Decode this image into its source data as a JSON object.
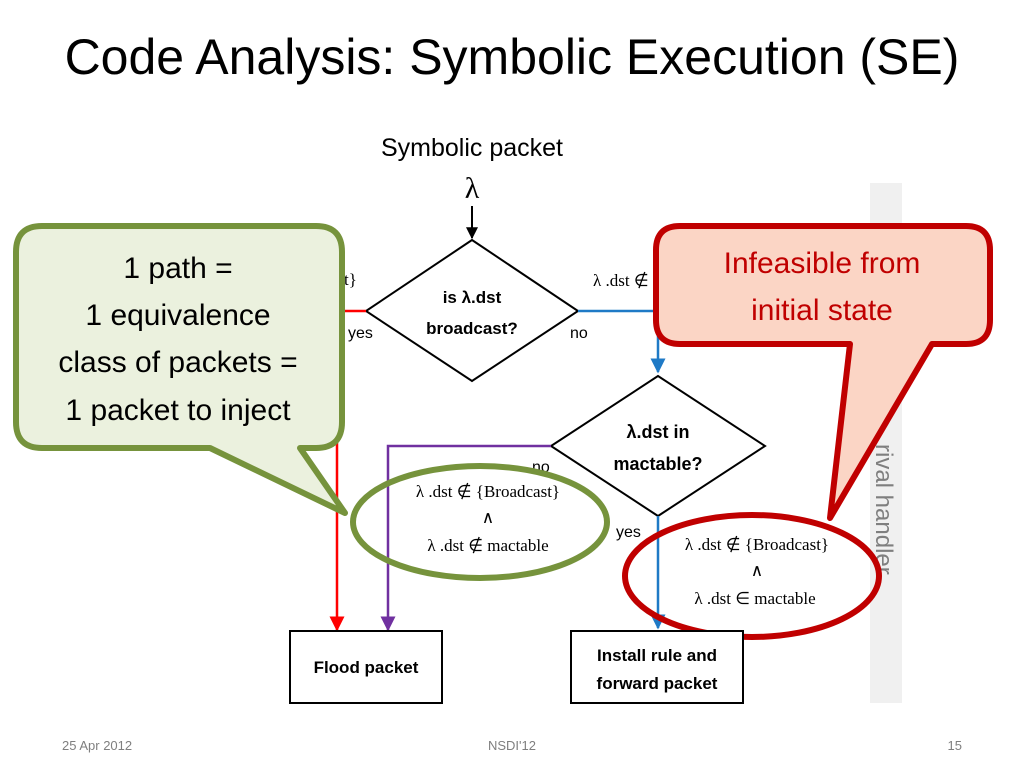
{
  "slide": {
    "title": "Code Analysis: Symbolic Execution (SE)",
    "footer_date": "25 Apr 2012",
    "footer_center": "NSDI'12",
    "slide_number": "15"
  },
  "diagram": {
    "input_label": "Symbolic packet",
    "lambda": "λ",
    "sidebar_label": "…rival handler",
    "decision1": {
      "line1": "is λ.dst",
      "line2": "broadcast?"
    },
    "decision2": {
      "line1": "λ.dst in",
      "line2": "mactable?"
    },
    "yes": "yes",
    "no": "no",
    "left_branch_partial": "t}",
    "right_branch_partial": "λ .dst ∉",
    "no_path_condition": {
      "line1": "λ .dst ∉ {Broadcast}",
      "line2": "∧",
      "line3": "λ .dst ∉ mactable"
    },
    "yes_path_condition": {
      "line1": "λ .dst ∉ {Broadcast}",
      "line2": "∧",
      "line3": "λ .dst ∈ mactable"
    },
    "flood_box": "Flood packet",
    "install_box": {
      "line1": "Install rule and",
      "line2": "forward packet"
    }
  },
  "callouts": {
    "left": {
      "line1": "1 path =",
      "line2": "1 equivalence",
      "line3": "class of packets =",
      "line4": "1 packet to inject"
    },
    "right": {
      "line1": "Infeasible from",
      "line2": "initial state"
    }
  },
  "colors": {
    "red_path": "#ff0000",
    "blue_path": "#1f7ac6",
    "purple_path": "#7030a0",
    "green_border": "#76933c",
    "green_fill": "#ebf1de",
    "red_border": "#c00000",
    "red_fill": "#fbd5c5",
    "callout_text_red": "#c00000"
  }
}
